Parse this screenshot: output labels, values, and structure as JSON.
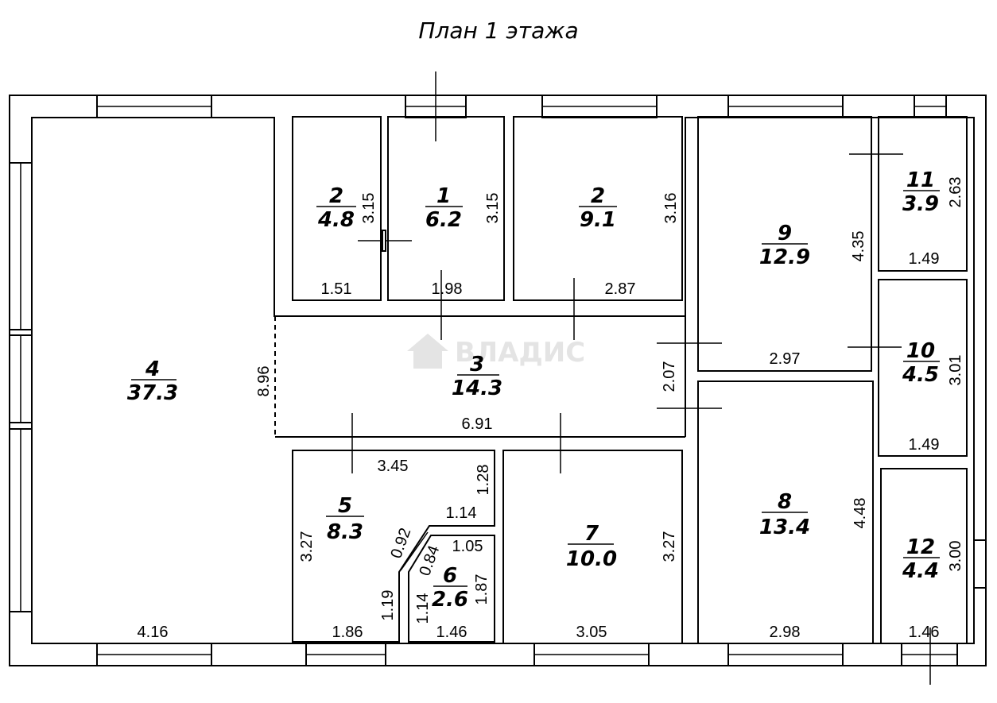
{
  "title": "План 1 этажа",
  "watermark": "ВЛАДИС",
  "rooms": {
    "r4": {
      "num": "4",
      "area": "37.3",
      "w": "4.16",
      "h": "8.96"
    },
    "r2a": {
      "num": "2",
      "area": "4.8",
      "w": "1.51",
      "h": "3.15"
    },
    "r1": {
      "num": "1",
      "area": "6.2",
      "w": "1.98",
      "h": "3.15"
    },
    "r2b": {
      "num": "2",
      "area": "9.1",
      "w": "2.87",
      "h": "3.16"
    },
    "r9": {
      "num": "9",
      "area": "12.9",
      "w": "2.97",
      "h": "4.35"
    },
    "r11": {
      "num": "11",
      "area": "3.9",
      "w": "1.49",
      "h": "2.63"
    },
    "r3": {
      "num": "3",
      "area": "14.3",
      "w": "6.91",
      "h": "2.07"
    },
    "r10": {
      "num": "10",
      "area": "4.5",
      "w": "1.49",
      "h": "3.01"
    },
    "r5": {
      "num": "5",
      "area": "8.3",
      "w_top": "3.45",
      "w_bottom": "1.86",
      "h_left": "3.27",
      "h_notch": "1.28",
      "w_notch": "1.14",
      "diag": "0.92",
      "h_low": "1.19"
    },
    "r6": {
      "num": "6",
      "area": "2.6",
      "w_top": "1.05",
      "w": "1.46",
      "h": "1.87",
      "diag": "0.84",
      "h_left": "1.14"
    },
    "r7": {
      "num": "7",
      "area": "10.0",
      "w": "3.05",
      "h": "3.27"
    },
    "r8": {
      "num": "8",
      "area": "13.4",
      "w": "2.98",
      "h": "4.48"
    },
    "r12": {
      "num": "12",
      "area": "4.4",
      "w": "1.46",
      "h": "3.00"
    }
  }
}
